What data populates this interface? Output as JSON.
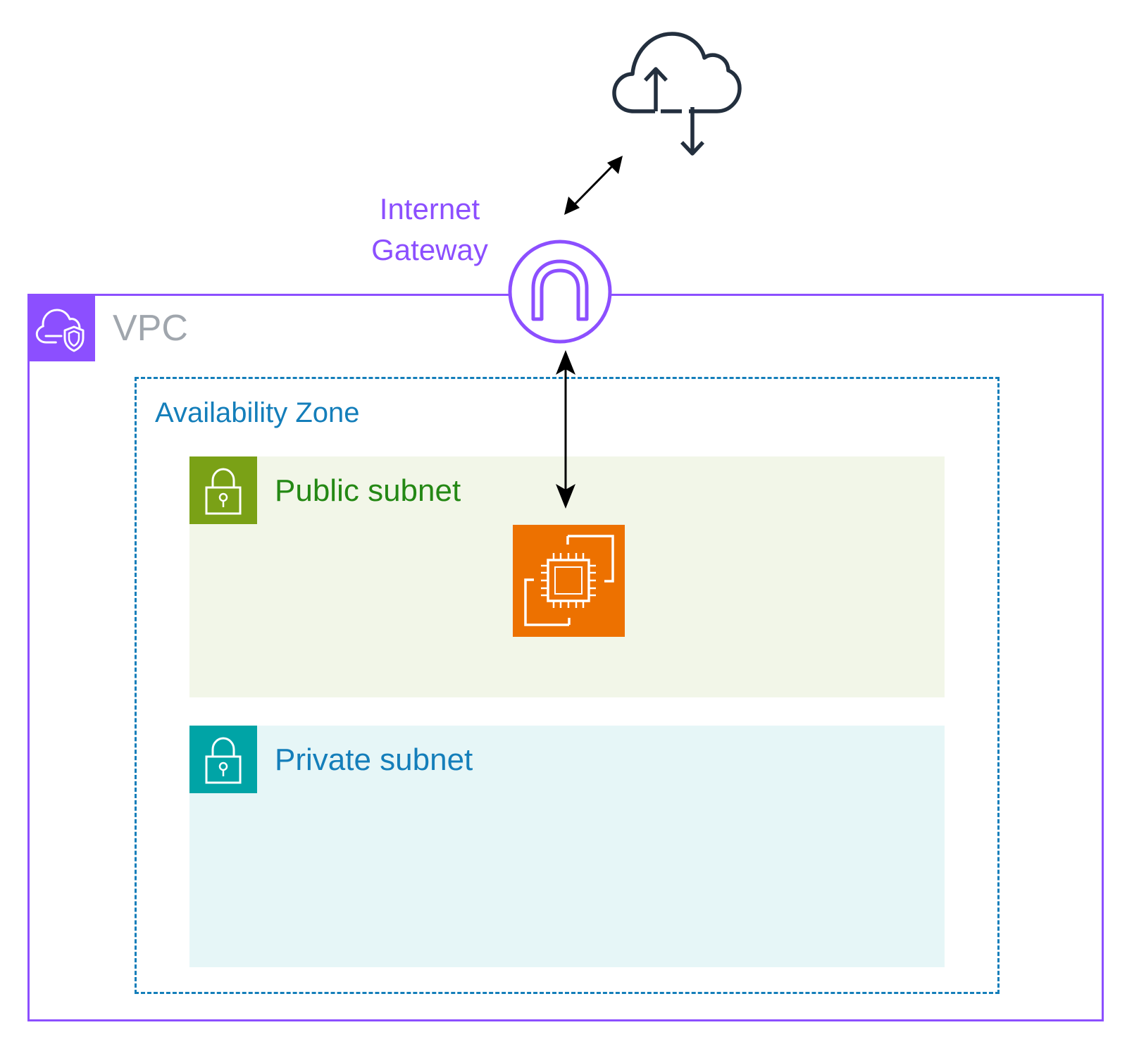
{
  "internet": {
    "icon": "internet-cloud-upload-download-icon"
  },
  "internet_gateway": {
    "label": "Internet\nGateway",
    "icon": "internet-gateway-icon",
    "color": "#8c4fff"
  },
  "vpc": {
    "label": "VPC",
    "icon": "vpc-cloud-shield-icon",
    "border_color": "#8c4fff",
    "label_color": "#a0a6ad"
  },
  "availability_zone": {
    "label": "Availability Zone",
    "color": "#147eba"
  },
  "public_subnet": {
    "label": "Public subnet",
    "icon": "lock-icon",
    "badge_color": "#7aa116",
    "fill_color": "#f2f6e8",
    "label_color": "#248814"
  },
  "private_subnet": {
    "label": "Private subnet",
    "icon": "lock-icon",
    "badge_color": "#00a4a6",
    "fill_color": "#e6f6f7",
    "label_color": "#147eba"
  },
  "ec2_instance": {
    "icon": "ec2-instance-icon",
    "color": "#ed7100"
  },
  "connections": [
    {
      "from": "internet",
      "to": "internet_gateway",
      "type": "bidirectional-arrow"
    },
    {
      "from": "internet_gateway",
      "to": "ec2_instance",
      "type": "bidirectional-arrow"
    }
  ]
}
